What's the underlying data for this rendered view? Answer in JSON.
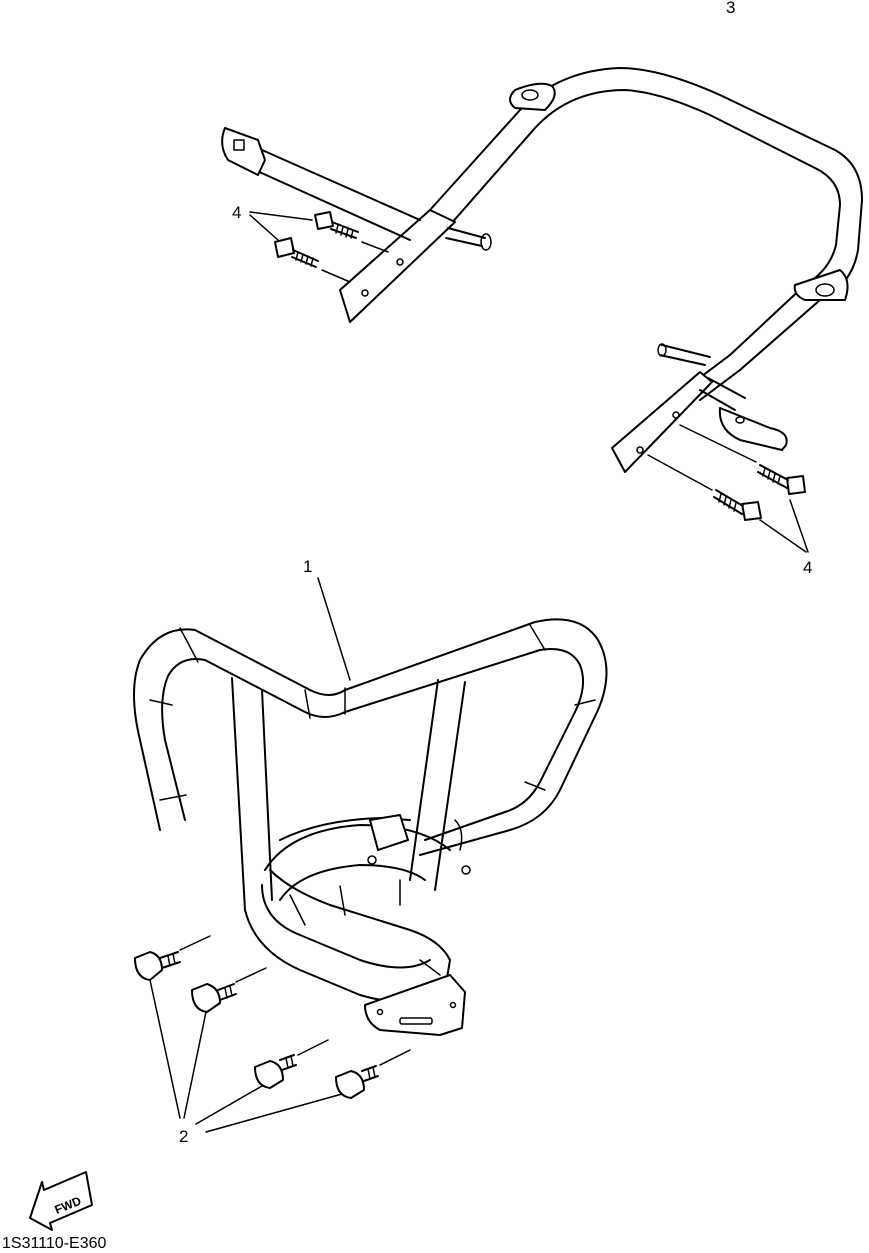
{
  "diagram": {
    "callouts": {
      "part_1": "1",
      "part_2": "2",
      "part_3": "3",
      "part_4_upper": "4",
      "part_4_lower": "4"
    },
    "fwd_label": "FWD",
    "drawing_code": "1S31110-E360"
  }
}
